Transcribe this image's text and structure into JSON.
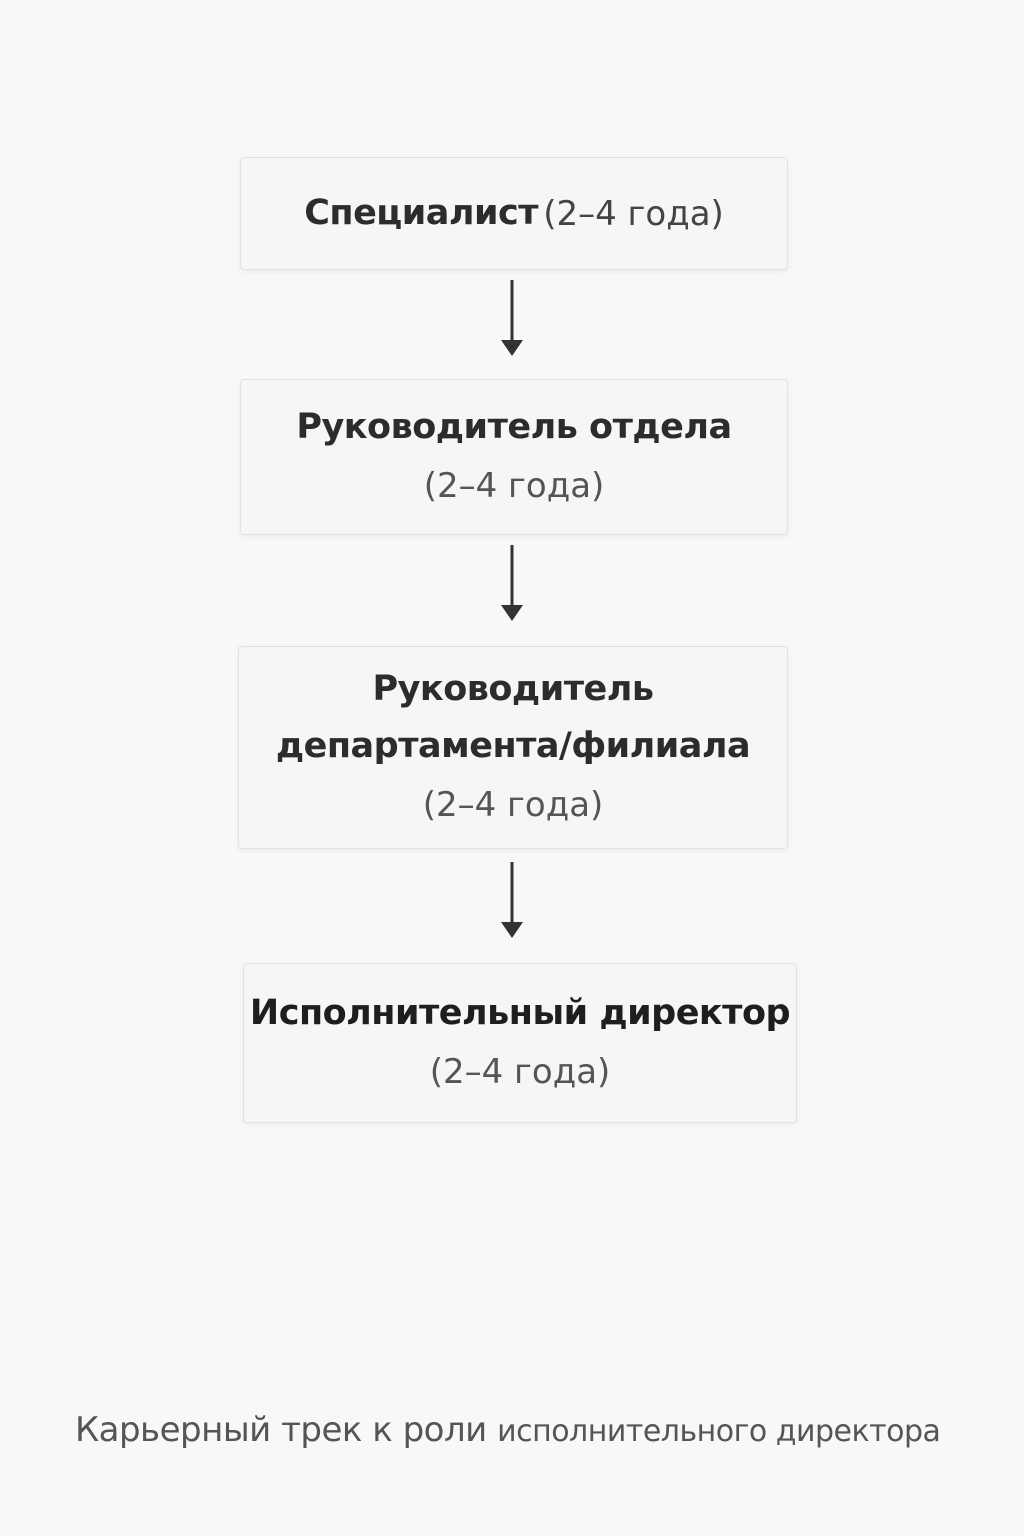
{
  "steps": [
    {
      "title": "Специалист",
      "duration": "(2–4 года)"
    },
    {
      "title": "Руководитель отдела",
      "duration": "(2–4 года)"
    },
    {
      "title_line1": "Руководитель",
      "title_line2": "департамента/филиала",
      "duration": "(2–4 года)"
    },
    {
      "title": "Исполнительный директор",
      "duration": "(2–4 года)"
    }
  ],
  "caption": {
    "part1": "Карьерный трек к роли",
    "part2": "исполнительного директора"
  }
}
